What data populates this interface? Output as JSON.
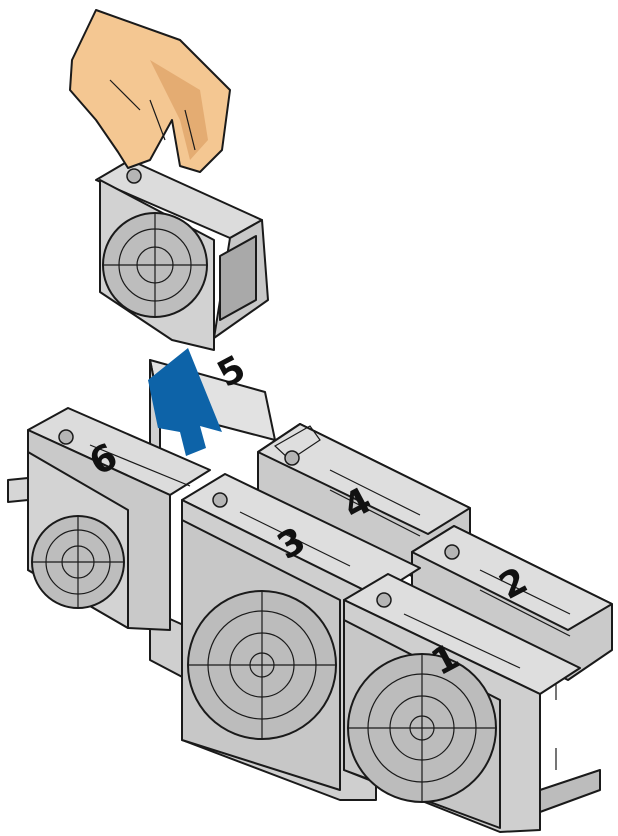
{
  "diagram": {
    "colors": {
      "fan_body": "#c6c6c6",
      "fan_light": "#dcdcdc",
      "fan_dark": "#9a9a9a",
      "skin": "#f4c792",
      "skin_shadow": "#d99a5e",
      "arrow": "#0d63a8",
      "outline": "#1a1a1a"
    },
    "icons": {
      "hand": "hand-icon",
      "arrow": "arrow-up-icon",
      "fan": "fan-module-icon"
    },
    "labels": {
      "fan1": "1",
      "fan2": "2",
      "fan3": "3",
      "fan4": "4",
      "fan5": "5",
      "fan6": "6"
    }
  }
}
